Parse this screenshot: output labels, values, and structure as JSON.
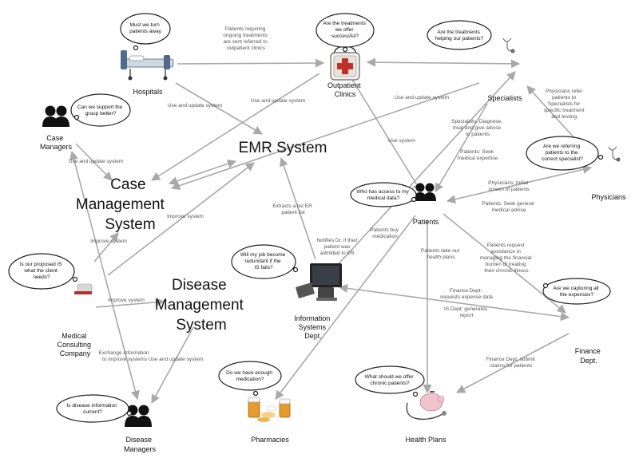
{
  "systems": {
    "emr": "EMR System",
    "case_mgmt": [
      "Case",
      "Management",
      "System"
    ],
    "disease_mgmt": [
      "Disease",
      "Management",
      "System"
    ]
  },
  "entities": {
    "hospitals": [
      "Hospitals"
    ],
    "outpatient": [
      "Outpatient",
      "Clinics"
    ],
    "specialists": [
      "Specialists"
    ],
    "case_managers": [
      "Case",
      "Managers"
    ],
    "patients": [
      "Patients"
    ],
    "physicians": [
      "Physicians"
    ],
    "medical_consulting": [
      "Medical",
      "Consulting",
      "Company"
    ],
    "is_dept": [
      "Information",
      "Systems",
      "Dept."
    ],
    "finance": [
      "Finance",
      "Dept."
    ],
    "disease_managers": [
      "Disease",
      "Managers"
    ],
    "pharmacies": [
      "Pharmacies"
    ],
    "health_plans": [
      "Health Plans"
    ]
  },
  "bubbles": {
    "hospitals": [
      "Must we turn",
      "patients away"
    ],
    "outpatient": [
      "Are the treatments",
      "we offer",
      "successful?"
    ],
    "specialists": [
      "Are the treatments",
      "helping our patients?"
    ],
    "case_managers": [
      "Can we support the",
      "group better?"
    ],
    "physicians": [
      "Are we referring",
      "patients to the",
      "correct specialist?"
    ],
    "patients": [
      "Who has access to my",
      "medical data?"
    ],
    "consulting": [
      "Is our proposed IS",
      "what the client",
      "needs?"
    ],
    "is_dept": [
      "Will my job become",
      "redundant if the",
      "IS fails?"
    ],
    "finance": [
      "Are we capturing all",
      "the expenses?"
    ],
    "disease_managers": [
      "Is disease information",
      "current?"
    ],
    "pharmacies": [
      "Do we have enough",
      "medication?"
    ],
    "health_plans": [
      "What should we offer",
      "chronic patients?"
    ]
  },
  "edge_labels": {
    "hosp_outpatient": [
      "Patients requiring",
      "ongoing treatments",
      "are sent referred to",
      "outpatient clinics"
    ],
    "hosp_use_update": [
      "Use and update system"
    ],
    "outpatient_use_update": [
      "Use and update system"
    ],
    "specialists_use_update": [
      "Use and update system"
    ],
    "casemgr_use_update": [
      "Use and update system"
    ],
    "outpatient_use_system": [
      "Use system"
    ],
    "specialists_diagnose": [
      "Specialists: Diagnose,",
      "treat and give advise",
      "to patients"
    ],
    "patients_seek_expertise": [
      "Patients: Seek",
      "medical expertise"
    ],
    "physicians_refer": [
      "Physicians refer",
      "patients to",
      "Specialists for",
      "specific treatment",
      "and testing."
    ],
    "physicians_initial": [
      "Physicians: Initial",
      "screen of patients"
    ],
    "patients_seek_general": [
      "Patients: Seek general",
      "medical advise"
    ],
    "extracts_list": [
      "Extracts a list ER",
      "patient list"
    ],
    "improve_system_1": [
      "Improve system"
    ],
    "improve_system_2": [
      "Improve system"
    ],
    "improve_system_3": [
      "Improve system"
    ],
    "notifies_dr": [
      "Notifies Dr. if their",
      "patient was",
      "admitted to ER."
    ],
    "patients_buy": [
      "Patients buy",
      "medication"
    ],
    "patients_take_out": [
      "Patients take out",
      "health plans"
    ],
    "patients_request": [
      "Patients request",
      "assistance in",
      "managing the financial",
      "burden of treating",
      "their chronic illness"
    ],
    "finance_requests": [
      "Finance Dept:",
      "requests expense data"
    ],
    "is_generates": [
      "IS Dept: generates",
      "report"
    ],
    "finance_submit": [
      "Finance Dept. submit",
      "claims for patients"
    ],
    "exchange_info": [
      "Exchange information",
      "to improve systems"
    ],
    "dm_use_update": [
      "Use and update system"
    ]
  }
}
